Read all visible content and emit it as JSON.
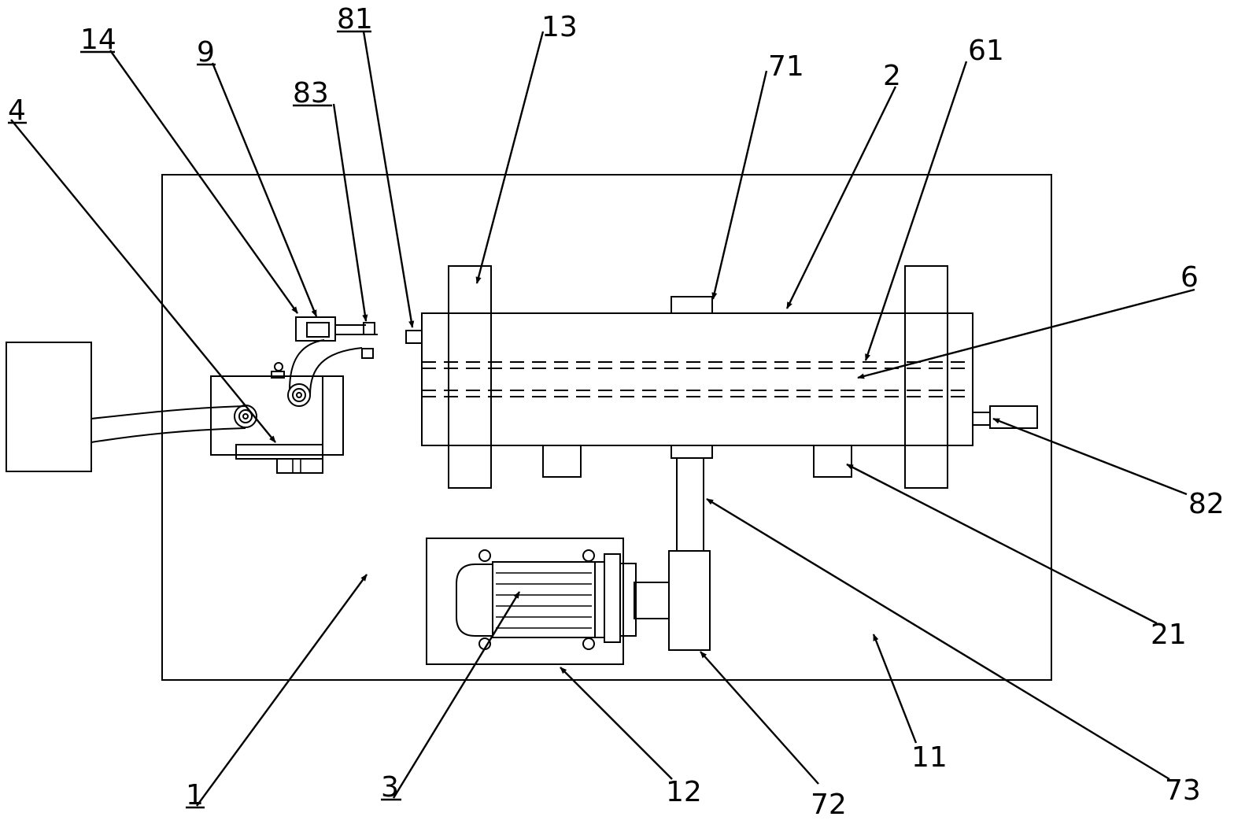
{
  "labels": {
    "l1": "1",
    "l2": "2",
    "l3": "3",
    "l4": "4",
    "l6": "6",
    "l9": "9",
    "l11": "11",
    "l12": "12",
    "l13": "13",
    "l14": "14",
    "l21": "21",
    "l61": "61",
    "l71": "71",
    "l72": "72",
    "l73": "73",
    "l81": "81",
    "l82": "82",
    "l83": "83"
  }
}
